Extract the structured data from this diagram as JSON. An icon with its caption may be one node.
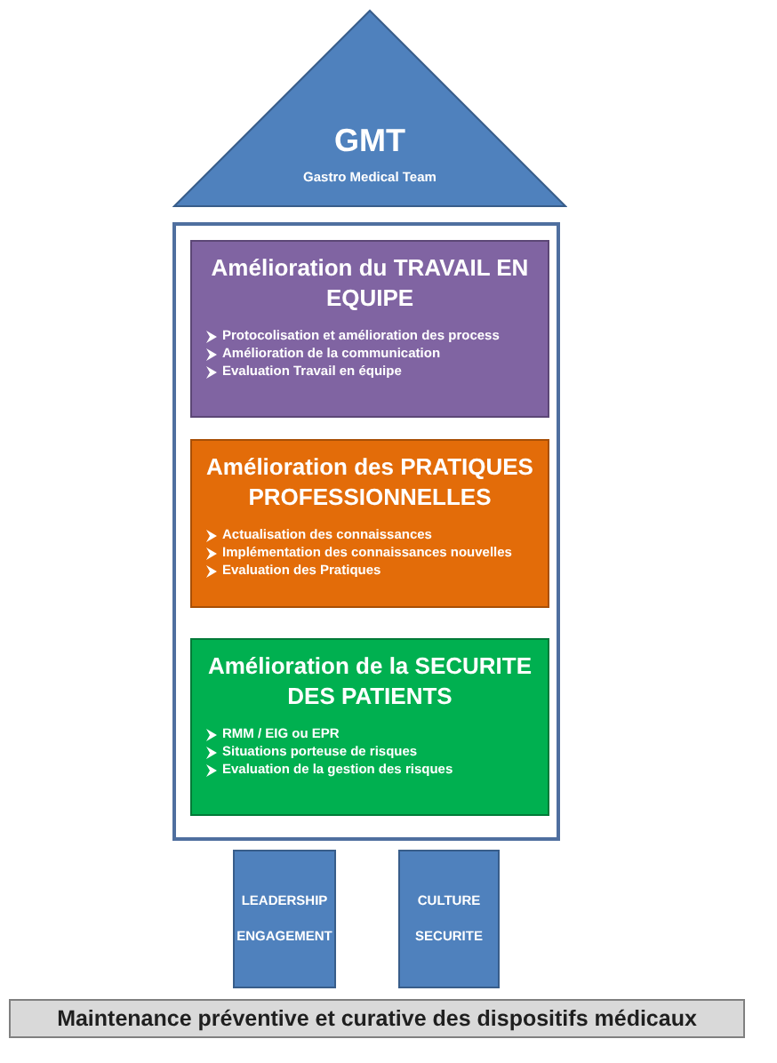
{
  "diagram": {
    "nodes": [
      {
        "text": [
          "GMT",
          "Gastro Medical Team"
        ]
      },
      {
        "text": [],
        "shape": "box"
      },
      {
        "text": [
          "Amélioration du TRAVAIL EN EQUIPE",
          "Protocolisation et amélioration des process",
          "Amélioration de la communication",
          "Evaluation Travail en équipe"
        ],
        "in": 1
      },
      {
        "text": [
          "Amélioration des PRATIQUES PROFESSIONNELLES",
          "Actualisation des connaissances",
          "Implémentation des connaissances nouvelles",
          "Evaluation des Pratiques"
        ],
        "in": 1
      },
      {
        "text": [
          "Amélioration de la SECURITE DES PATIENTS",
          "RMM / EIG ou EPR",
          "Situations porteuse de risques",
          "Evaluation de la gestion des risques"
        ],
        "in": 1
      },
      {
        "text": [
          "LEADERSHIP ENGAGEMENT"
        ]
      },
      {
        "text": [
          "CULTURE SECURITE"
        ]
      },
      {
        "text": [
          "Maintenance préventive et curative des dispositifs médicaux"
        ]
      }
    ],
    "edges": []
  }
}
